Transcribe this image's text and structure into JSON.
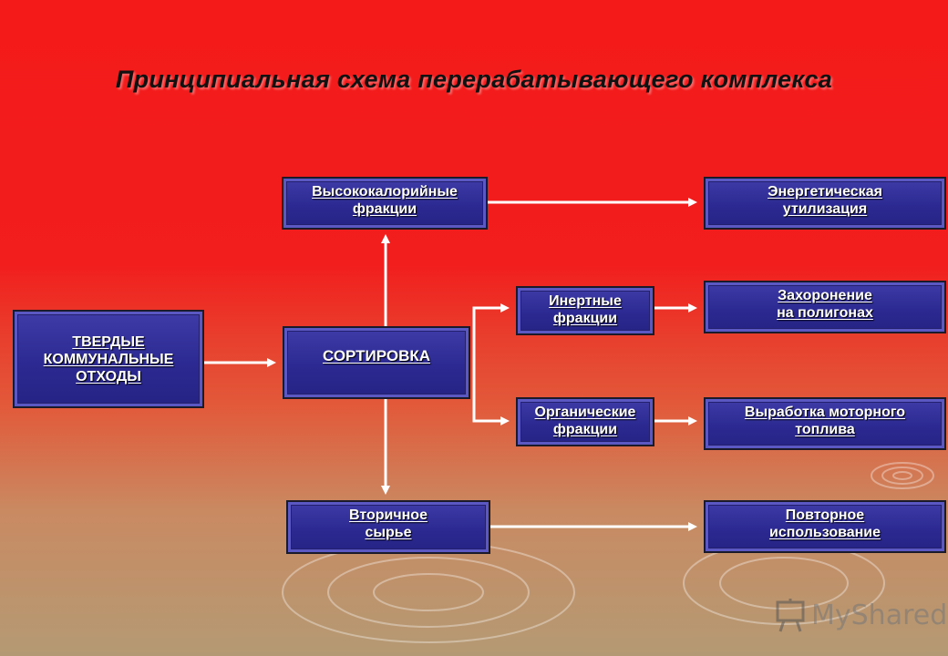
{
  "title": "Принципиальная схема перерабатывающего комплекса",
  "nodes": {
    "waste": "ТВЕРДЫЕ\nКОММУНАЛЬНЫЕ\nОТХОДЫ",
    "sorting": "СОРТИРОВКА",
    "high_cal": "Высококалорийные\nфракции",
    "inert": "Инертные\nфракции",
    "organic": "Органические\nфракции",
    "secondary": "Вторичное\nсырье",
    "energy": "Энергетическая\nутилизация",
    "landfill": "Захоронение\nна полигонах",
    "fuel": "Выработка моторного\nтоплива",
    "reuse": "Повторное\nиспользование"
  },
  "watermark": {
    "text": "MyShared",
    "icon": "presentation-board-icon"
  },
  "colors": {
    "box_fill": "#2c2a92",
    "arrow": "#ffffff",
    "background_top": "#f41a1a",
    "background_bottom": "#b49a74"
  }
}
